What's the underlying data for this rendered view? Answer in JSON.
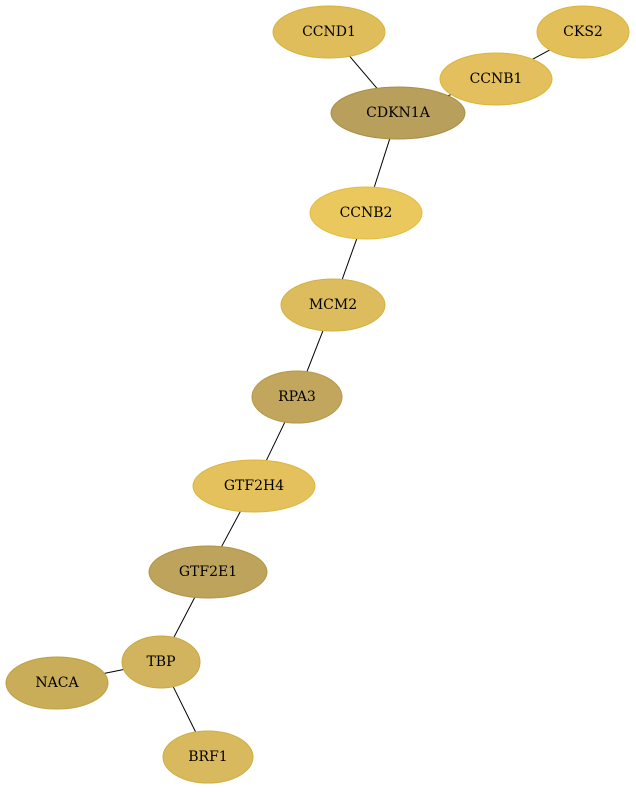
{
  "graph": {
    "nodes": [
      {
        "id": "CCND1",
        "label": "CCND1",
        "fill": "#dfbd5b",
        "stroke": "#d8b23c"
      },
      {
        "id": "CKS2",
        "label": "CKS2",
        "fill": "#e3bf5a",
        "stroke": "#dcb43a"
      },
      {
        "id": "CCNB1",
        "label": "CCNB1",
        "fill": "#e3c05d",
        "stroke": "#dcb53c"
      },
      {
        "id": "CDKN1A",
        "label": "CDKN1A",
        "fill": "#b8a05c",
        "stroke": "#a89043"
      },
      {
        "id": "CCNB2",
        "label": "CCNB2",
        "fill": "#ebc85d",
        "stroke": "#e3bd3d"
      },
      {
        "id": "MCM2",
        "label": "MCM2",
        "fill": "#ddbc5e",
        "stroke": "#d4b13f"
      },
      {
        "id": "RPA3",
        "label": "RPA3",
        "fill": "#c2a65e",
        "stroke": "#b59944"
      },
      {
        "id": "GTF2H4",
        "label": "GTF2H4",
        "fill": "#e4c15c",
        "stroke": "#dcb63c"
      },
      {
        "id": "GTF2E1",
        "label": "GTF2E1",
        "fill": "#bea35c",
        "stroke": "#b09542"
      },
      {
        "id": "TBP",
        "label": "TBP",
        "fill": "#d2b45e",
        "stroke": "#c7a840"
      },
      {
        "id": "NACA",
        "label": "NACA",
        "fill": "#c9ad59",
        "stroke": "#bca23f"
      },
      {
        "id": "BRF1",
        "label": "BRF1",
        "fill": "#d9b95e",
        "stroke": "#cfae40"
      }
    ],
    "edges": [
      {
        "source": "CCND1",
        "target": "CDKN1A"
      },
      {
        "source": "CKS2",
        "target": "CCNB1"
      },
      {
        "source": "CCNB1",
        "target": "CDKN1A"
      },
      {
        "source": "CDKN1A",
        "target": "CCNB2"
      },
      {
        "source": "CCNB2",
        "target": "MCM2"
      },
      {
        "source": "MCM2",
        "target": "RPA3"
      },
      {
        "source": "RPA3",
        "target": "GTF2H4"
      },
      {
        "source": "GTF2H4",
        "target": "GTF2E1"
      },
      {
        "source": "GTF2E1",
        "target": "TBP"
      },
      {
        "source": "TBP",
        "target": "NACA"
      },
      {
        "source": "TBP",
        "target": "BRF1"
      }
    ]
  }
}
